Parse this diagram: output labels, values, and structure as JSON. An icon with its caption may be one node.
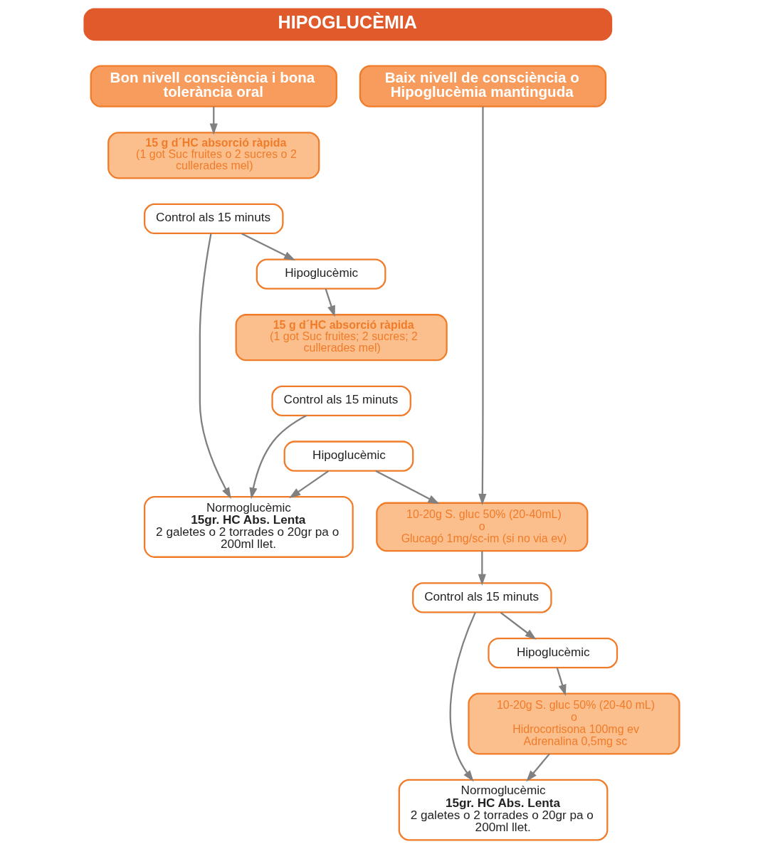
{
  "diagram": {
    "nodes": [
      {
        "text": [
          "HIPOGLUCÈMIA"
        ]
      },
      {
        "text": [
          "Bon nivell consciència i bona tolerància oral"
        ]
      },
      {
        "text": [
          "Baix nivell de consciència o Hipoglucèmia mantinguda"
        ]
      },
      {
        "text": [
          "15 g d´HC absorció ràpida",
          "(1 got Suc fruites o 2 sucres o 2 cullerades mel)"
        ]
      },
      {
        "text": [
          "Control als 15 minuts"
        ]
      },
      {
        "text": [
          "Normoglucèmic",
          "15gr. HC Abs. Lenta",
          "2 galetes o 2 torrades o 20gr pa o 200ml llet."
        ]
      },
      {
        "text": [
          "Hipoglucèmic"
        ]
      },
      {
        "text": [
          "15 g d´HC absorció ràpida",
          "(1 got Suc fruites; 2 sucres; 2 cullerades mel)"
        ]
      },
      {
        "text": [
          "Control als 15 minuts"
        ]
      },
      {
        "text": [
          "Hipoglucèmic"
        ]
      },
      {
        "text": [
          "10-20g S. gluc 50% (20-40mL)",
          "o",
          "Glucagó 1mg/sc-im (si no via ev)"
        ]
      },
      {
        "text": [
          "Control als 15 minuts"
        ]
      },
      {
        "text": [
          "Normoglucèmic",
          "15gr. HC Abs. Lenta",
          "2 galetes o 2 torrades o 20gr pa o 200ml llet."
        ]
      },
      {
        "text": [
          "Hipoglucèmic"
        ]
      },
      {
        "text": [
          "10-20g S. gluc 50% (20-40 mL)",
          "o",
          "Hidrocortisona 100mg ev",
          "Adrenalina 0,5mg sc"
        ]
      }
    ],
    "edges": [
      {
        "from": 1,
        "to": 3,
        "arrow": "to"
      },
      {
        "from": 2,
        "to": 10,
        "arrow": "to"
      },
      {
        "from": 4,
        "to": 5,
        "arrow": "to"
      },
      {
        "from": 4,
        "to": 6,
        "arrow": "to"
      },
      {
        "from": 6,
        "to": 7,
        "arrow": "to"
      },
      {
        "from": 8,
        "to": 5,
        "arrow": "to"
      },
      {
        "from": 9,
        "to": 5,
        "arrow": "to"
      },
      {
        "from": 9,
        "to": 10,
        "arrow": "to"
      },
      {
        "from": 10,
        "to": 11,
        "arrow": "to"
      },
      {
        "from": 11,
        "to": 12,
        "arrow": "to"
      },
      {
        "from": 11,
        "to": 13,
        "arrow": "to"
      },
      {
        "from": 13,
        "to": 14,
        "arrow": "to"
      },
      {
        "from": 14,
        "to": 12,
        "arrow": "to"
      }
    ]
  }
}
